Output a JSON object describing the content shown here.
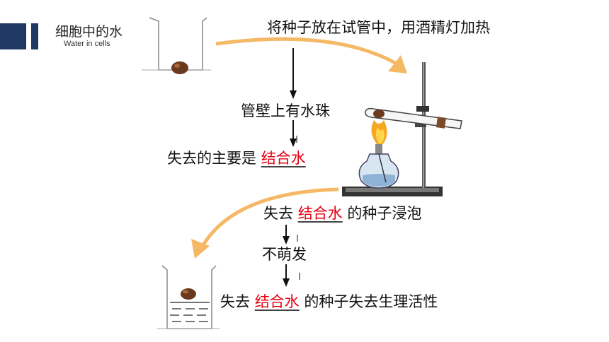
{
  "header": {
    "title": "细胞中的水",
    "subtitle": "Water in cells"
  },
  "steps": {
    "heat": "将种子放在试管中，用酒精灯加热",
    "droplets": "管壁上有水珠",
    "lost_prefix": "失去的主要是",
    "lost_answer": "结合水",
    "soak_prefix": "失去",
    "soak_answer": "结合水",
    "soak_suffix": "的种子浸泡",
    "no_sprout": "不萌发",
    "final_prefix": "失去",
    "final_answer": "结合水",
    "final_suffix": "的种子失去生理活性"
  },
  "colors": {
    "accent": "#1f3864",
    "answer": "#e60012",
    "arrow_curve": "#f5b865",
    "flame": "#f5a623"
  }
}
